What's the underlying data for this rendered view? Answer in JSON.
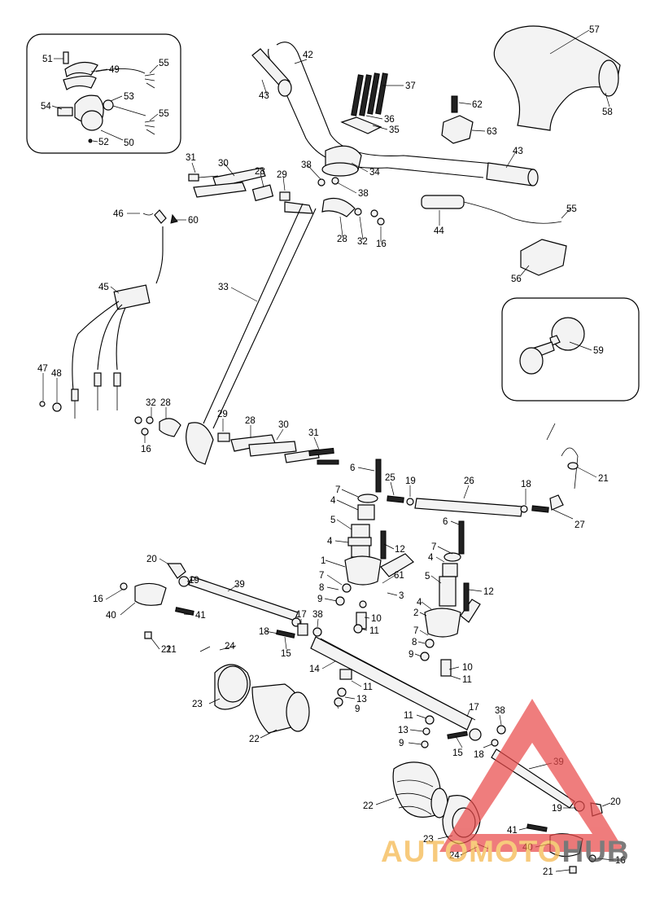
{
  "watermark": {
    "part1": "AUTO",
    "part2": "MOTO",
    "part3": "HUB",
    "colors": {
      "auto": "#f4b64a",
      "moto": "#f4b64a",
      "hub": "#4a4a4a",
      "triangle": "#e94b4b"
    }
  },
  "labels": [
    {
      "id": "51",
      "text": "51"
    },
    {
      "id": "49",
      "text": "49"
    },
    {
      "id": "55a",
      "text": "55"
    },
    {
      "id": "53",
      "text": "53"
    },
    {
      "id": "54",
      "text": "54"
    },
    {
      "id": "55b",
      "text": "55"
    },
    {
      "id": "52",
      "text": "52"
    },
    {
      "id": "50",
      "text": "50"
    },
    {
      "id": "42",
      "text": "42"
    },
    {
      "id": "43a",
      "text": "43"
    },
    {
      "id": "37",
      "text": "37"
    },
    {
      "id": "62",
      "text": "62"
    },
    {
      "id": "36",
      "text": "36"
    },
    {
      "id": "35",
      "text": "35"
    },
    {
      "id": "63",
      "text": "63"
    },
    {
      "id": "57",
      "text": "57"
    },
    {
      "id": "58",
      "text": "58"
    },
    {
      "id": "43b",
      "text": "43"
    },
    {
      "id": "34",
      "text": "34"
    },
    {
      "id": "31a",
      "text": "31"
    },
    {
      "id": "30a",
      "text": "30"
    },
    {
      "id": "28a",
      "text": "28"
    },
    {
      "id": "29a",
      "text": "29"
    },
    {
      "id": "38a",
      "text": "38"
    },
    {
      "id": "38b",
      "text": "38"
    },
    {
      "id": "46",
      "text": "46"
    },
    {
      "id": "60",
      "text": "60"
    },
    {
      "id": "44",
      "text": "44"
    },
    {
      "id": "55c",
      "text": "55"
    },
    {
      "id": "28b",
      "text": "28"
    },
    {
      "id": "32a",
      "text": "32"
    },
    {
      "id": "16a",
      "text": "16"
    },
    {
      "id": "56",
      "text": "56"
    },
    {
      "id": "45",
      "text": "45"
    },
    {
      "id": "33",
      "text": "33"
    },
    {
      "id": "59",
      "text": "59"
    },
    {
      "id": "47",
      "text": "47"
    },
    {
      "id": "48",
      "text": "48"
    },
    {
      "id": "32b",
      "text": "32"
    },
    {
      "id": "28c",
      "text": "28"
    },
    {
      "id": "16b",
      "text": "16"
    },
    {
      "id": "29b",
      "text": "29"
    },
    {
      "id": "28d",
      "text": "28"
    },
    {
      "id": "30b",
      "text": "30"
    },
    {
      "id": "31b",
      "text": "31"
    },
    {
      "id": "21a",
      "text": "21"
    },
    {
      "id": "6a",
      "text": "6"
    },
    {
      "id": "25",
      "text": "25"
    },
    {
      "id": "19a",
      "text": "19"
    },
    {
      "id": "26",
      "text": "26"
    },
    {
      "id": "18a",
      "text": "18"
    },
    {
      "id": "7a",
      "text": "7"
    },
    {
      "id": "4a",
      "text": "4"
    },
    {
      "id": "27",
      "text": "27"
    },
    {
      "id": "6b",
      "text": "6"
    },
    {
      "id": "5a",
      "text": "5"
    },
    {
      "id": "4b",
      "text": "4"
    },
    {
      "id": "12a",
      "text": "12"
    },
    {
      "id": "7b",
      "text": "7"
    },
    {
      "id": "4c",
      "text": "4"
    },
    {
      "id": "20a",
      "text": "20"
    },
    {
      "id": "1",
      "text": "1"
    },
    {
      "id": "5b",
      "text": "5"
    },
    {
      "id": "39a",
      "text": "39"
    },
    {
      "id": "19b",
      "text": "19"
    },
    {
      "id": "7c",
      "text": "7"
    },
    {
      "id": "61",
      "text": "61"
    },
    {
      "id": "12b",
      "text": "12"
    },
    {
      "id": "16c",
      "text": "16"
    },
    {
      "id": "8a",
      "text": "8"
    },
    {
      "id": "3",
      "text": "3"
    },
    {
      "id": "4d",
      "text": "4"
    },
    {
      "id": "40a",
      "text": "40"
    },
    {
      "id": "9a",
      "text": "9"
    },
    {
      "id": "21b",
      "text": "21"
    },
    {
      "id": "2",
      "text": "2"
    },
    {
      "id": "41a",
      "text": "41"
    },
    {
      "id": "17a",
      "text": "17"
    },
    {
      "id": "38c",
      "text": "38"
    },
    {
      "id": "10a",
      "text": "10"
    },
    {
      "id": "18b",
      "text": "18"
    },
    {
      "id": "11a",
      "text": "11"
    },
    {
      "id": "7d",
      "text": "7"
    },
    {
      "id": "15a",
      "text": "15"
    },
    {
      "id": "8b",
      "text": "8"
    },
    {
      "id": "21c",
      "text": "21"
    },
    {
      "id": "9b",
      "text": "9"
    },
    {
      "id": "24a",
      "text": "24"
    },
    {
      "id": "10b",
      "text": "10"
    },
    {
      "id": "14",
      "text": "14"
    },
    {
      "id": "11b",
      "text": "11"
    },
    {
      "id": "11c",
      "text": "11"
    },
    {
      "id": "13a",
      "text": "13"
    },
    {
      "id": "23a",
      "text": "23"
    },
    {
      "id": "9c",
      "text": "9"
    },
    {
      "id": "17b",
      "text": "17"
    },
    {
      "id": "38d",
      "text": "38"
    },
    {
      "id": "22a",
      "text": "22"
    },
    {
      "id": "11d",
      "text": "11"
    },
    {
      "id": "13b",
      "text": "13"
    },
    {
      "id": "15b",
      "text": "15"
    },
    {
      "id": "9d",
      "text": "9"
    },
    {
      "id": "18c",
      "text": "18"
    },
    {
      "id": "39b",
      "text": "39"
    },
    {
      "id": "22b",
      "text": "22"
    },
    {
      "id": "20b",
      "text": "20"
    },
    {
      "id": "19c",
      "text": "19"
    },
    {
      "id": "41b",
      "text": "41"
    },
    {
      "id": "23b",
      "text": "23"
    },
    {
      "id": "24b",
      "text": "24"
    },
    {
      "id": "40b",
      "text": "40"
    },
    {
      "id": "16d",
      "text": "16"
    },
    {
      "id": "21d",
      "text": "21"
    }
  ]
}
